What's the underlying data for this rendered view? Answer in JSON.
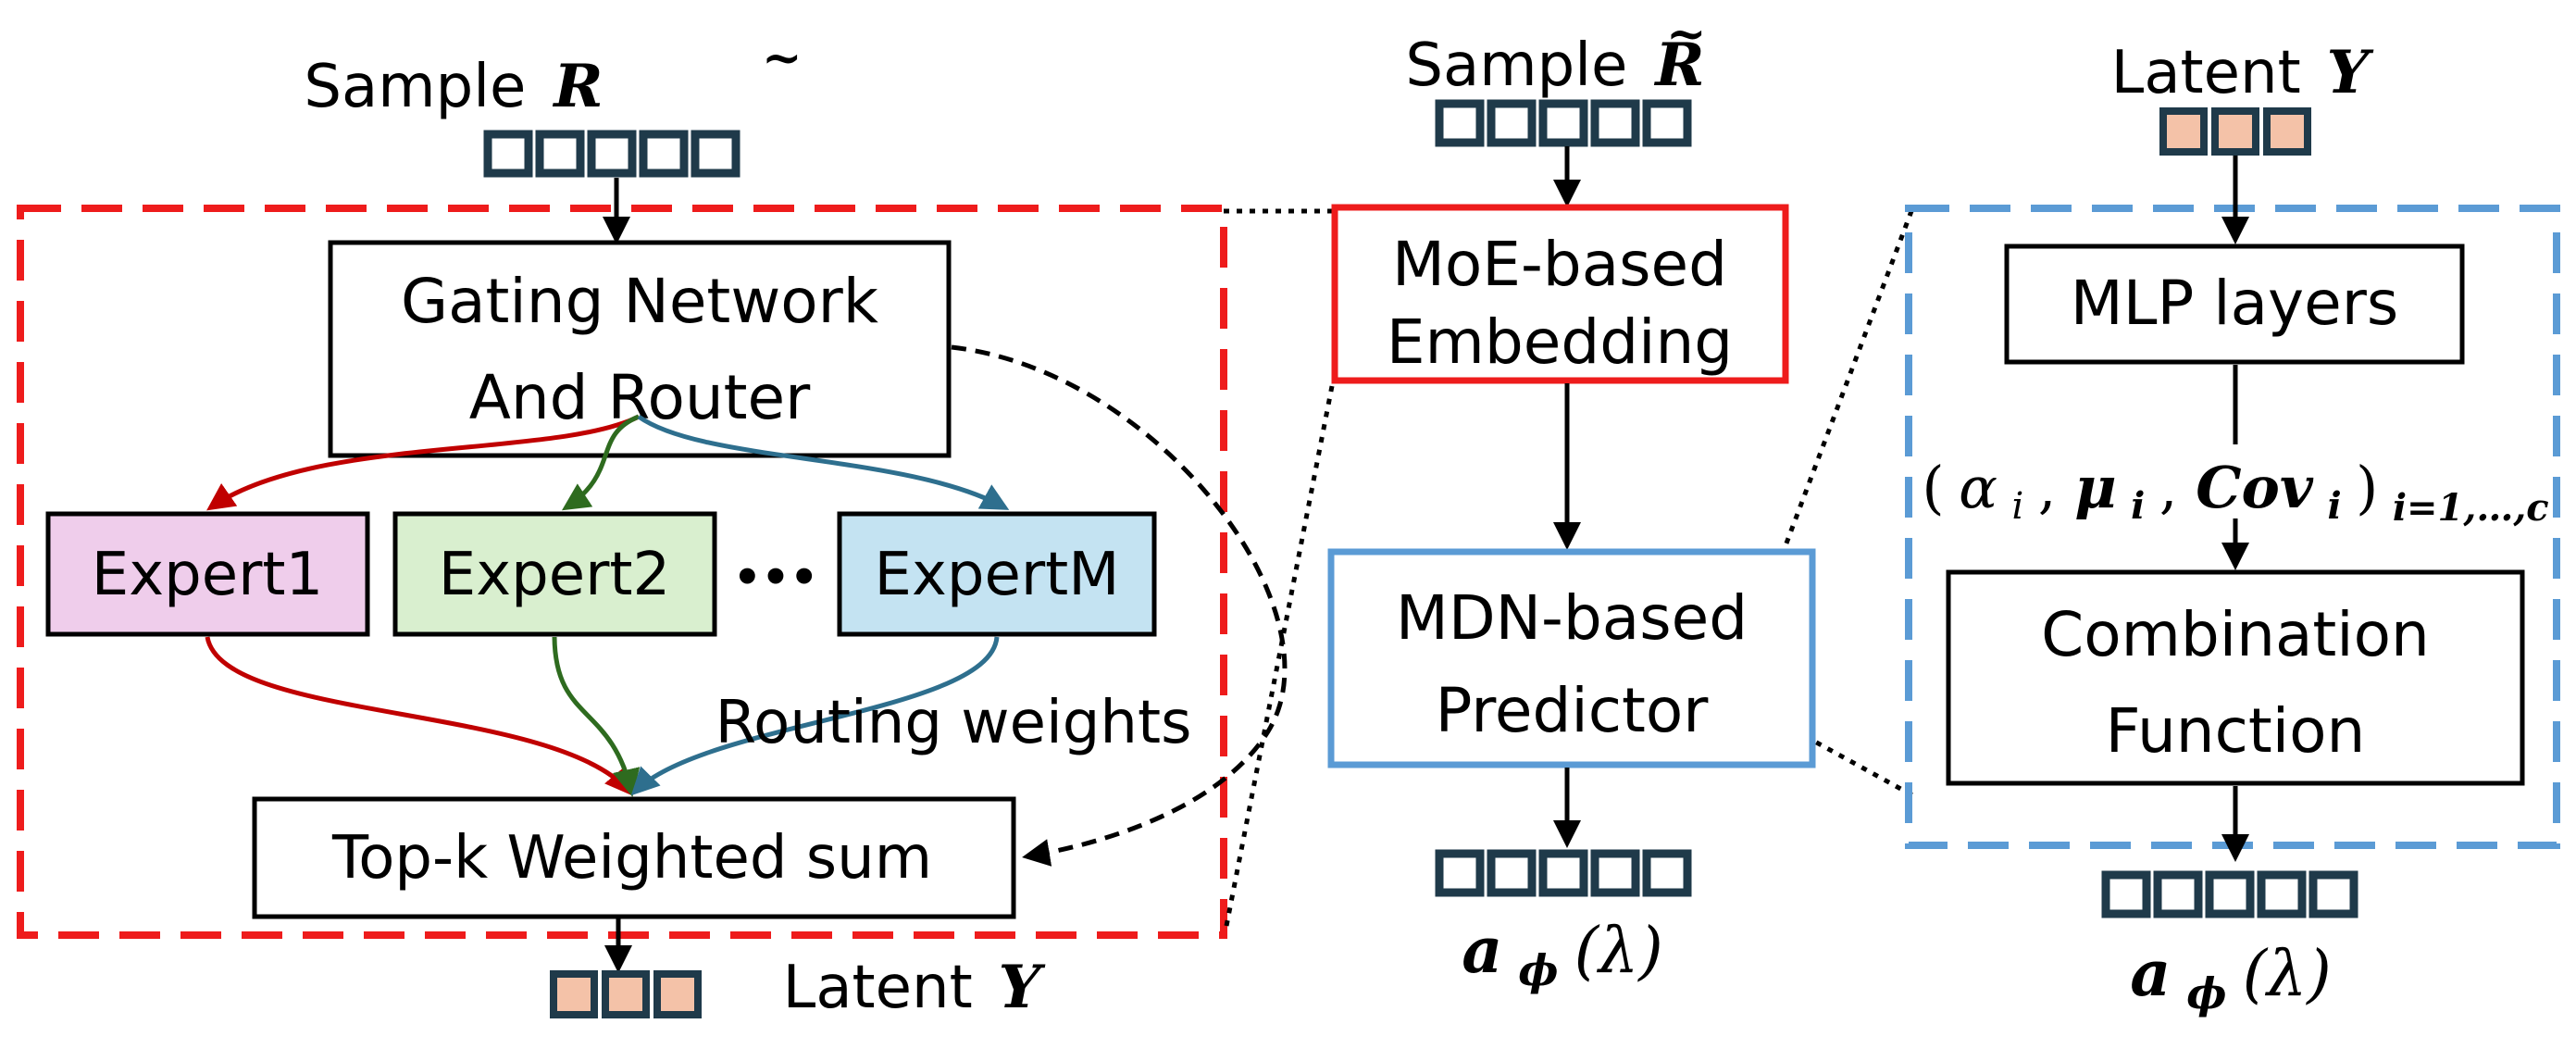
{
  "colors": {
    "moe_border": "#ee1c1c",
    "mdn_border": "#5b9bd5",
    "token_dark": "#1f3a4a",
    "token_latent_fill": "#f4c2a8",
    "expert1_fill": "#efcdeb",
    "expert2_fill": "#d9efcf",
    "expertM_fill": "#c4e3f2",
    "arrow_red": "#c00000",
    "arrow_green": "#2e6b1f",
    "arrow_blue": "#2e6f8e"
  },
  "left_panel": {
    "input_label": "Sample",
    "input_symbol": "R",
    "input_tilde": "~",
    "gating_line1": "Gating Network",
    "gating_line2": "And Router",
    "expert1": "Expert1",
    "expert2": "Expert2",
    "ellipsis": "•••",
    "expertM": "ExpertM",
    "routing_weights": "Routing weights",
    "weighted_sum": "Top-k Weighted sum",
    "output_label": "Latent",
    "output_symbol": "Y"
  },
  "middle_panel": {
    "input_label": "Sample",
    "input_symbol": "R",
    "input_tilde": "~",
    "moe_line1": "MoE-based",
    "moe_line2": "Embedding",
    "mdn_line1": "MDN-based",
    "mdn_line2": "Predictor",
    "output_symbol": "a",
    "output_subscript": "ϕ",
    "output_arg": "(λ)"
  },
  "right_panel": {
    "input_label": "Latent",
    "input_symbol": "Y",
    "mlp": "MLP layers",
    "params_open": "(",
    "params_alpha": "α",
    "params_i": "i",
    "params_sep1": ", ",
    "params_mu": "μ",
    "params_sep2": ", ",
    "params_cov": "Cov",
    "params_close": ")",
    "params_range": "i=1,…,c",
    "comb_line1": "Combination",
    "comb_line2": "Function",
    "output_symbol": "a",
    "output_subscript": "ϕ",
    "output_arg": "(λ)"
  }
}
